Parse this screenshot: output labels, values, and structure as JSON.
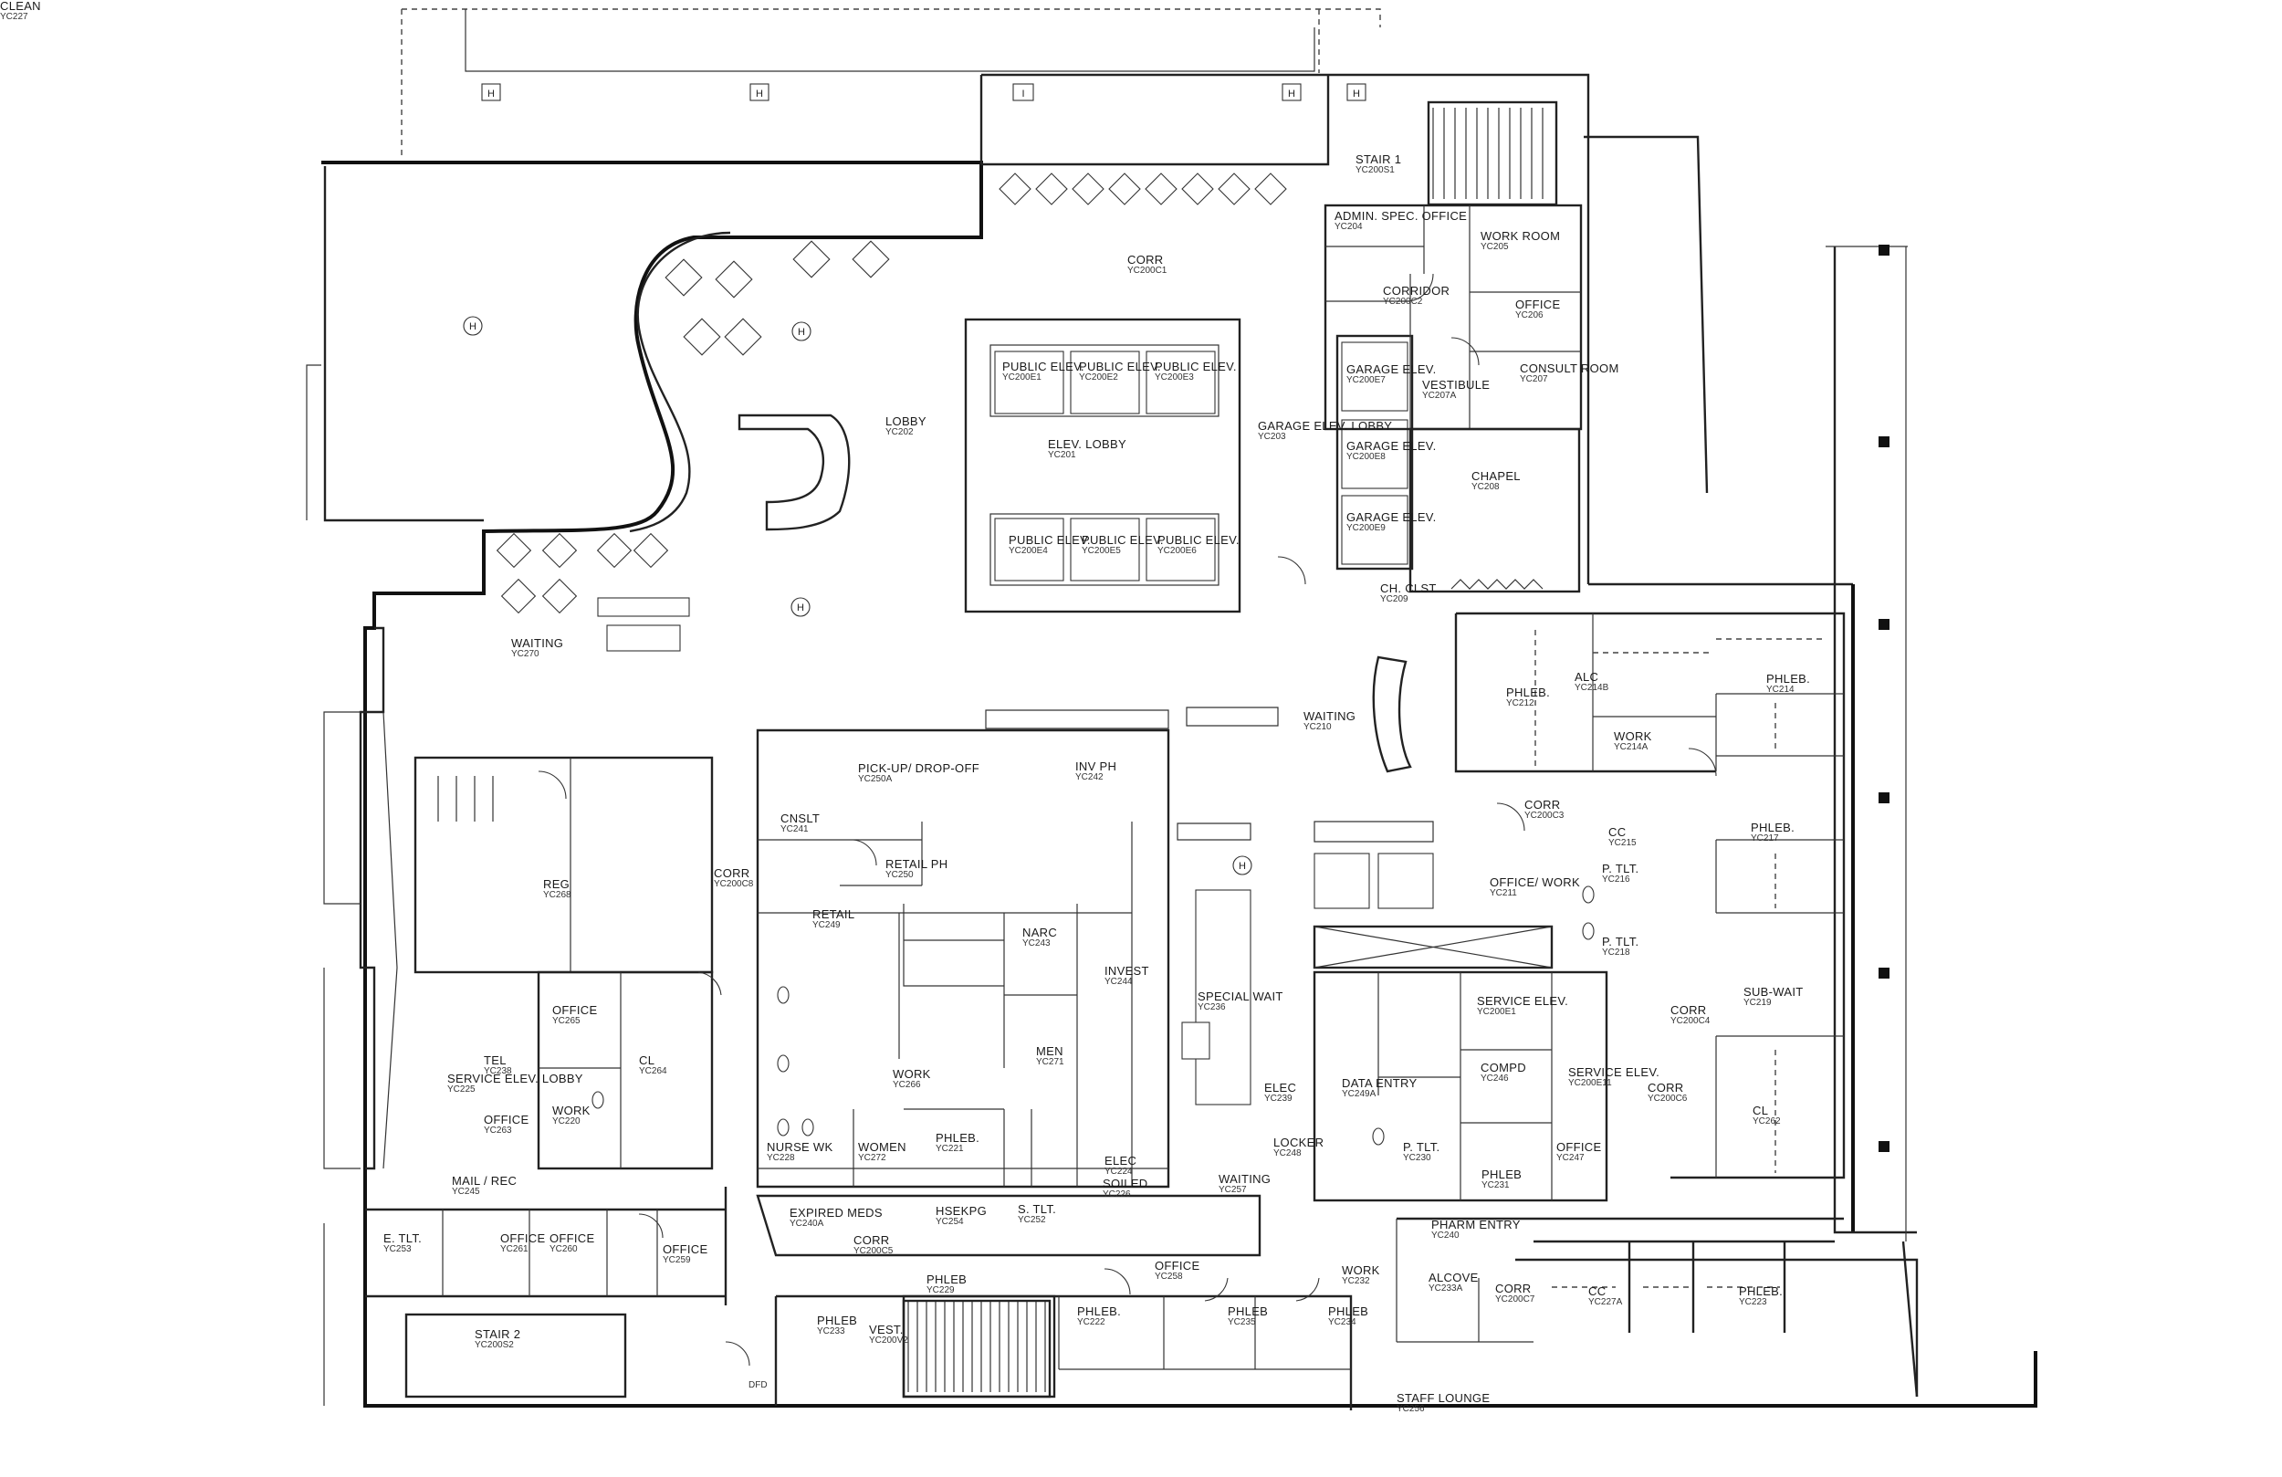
{
  "rooms": [
    {
      "name": "CORR",
      "num": "YC200C1"
    },
    {
      "name": "STAIR 1",
      "num": "YC200S1"
    },
    {
      "name": "ADMIN. SPEC. OFFICE",
      "num": "YC204"
    },
    {
      "name": "WORK ROOM",
      "num": "YC205"
    },
    {
      "name": "CORRIDOR",
      "num": "YC200C2"
    },
    {
      "name": "OFFICE",
      "num": "YC206"
    },
    {
      "name": "CONSULT ROOM",
      "num": "YC207"
    },
    {
      "name": "VESTIBULE",
      "num": "YC207A"
    },
    {
      "name": "LOBBY",
      "num": "YC202"
    },
    {
      "name": "PUBLIC ELEV.",
      "num": "YC200E1"
    },
    {
      "name": "PUBLIC ELEV.",
      "num": "YC200E2"
    },
    {
      "name": "PUBLIC ELEV.",
      "num": "YC200E3"
    },
    {
      "name": "GARAGE ELEV.",
      "num": "YC200E7"
    },
    {
      "name": "GARAGE ELEV.",
      "num": "YC200E8"
    },
    {
      "name": "GARAGE ELEV.",
      "num": "YC200E9"
    },
    {
      "name": "ELEV. LOBBY",
      "num": "YC201"
    },
    {
      "name": "GARAGE ELEV. LOBBY",
      "num": "YC203"
    },
    {
      "name": "CHAPEL",
      "num": "YC208"
    },
    {
      "name": "PUBLIC ELEV.",
      "num": "YC200E4"
    },
    {
      "name": "PUBLIC ELEV.",
      "num": "YC200E5"
    },
    {
      "name": "PUBLIC ELEV.",
      "num": "YC200E6"
    },
    {
      "name": "CH. CLST",
      "num": "YC209"
    },
    {
      "name": "WAITING",
      "num": "YC270"
    },
    {
      "name": "PHLEB.",
      "num": "YC212"
    },
    {
      "name": "ALC",
      "num": "YC214B"
    },
    {
      "name": "PHLEB.",
      "num": "YC214"
    },
    {
      "name": "WAITING",
      "num": "YC210"
    },
    {
      "name": "WORK",
      "num": "YC214A"
    },
    {
      "name": "PICK-UP/ DROP-OFF",
      "num": "YC250A"
    },
    {
      "name": "INV PH",
      "num": "YC242"
    },
    {
      "name": "CNSLT",
      "num": "YC241"
    },
    {
      "name": "CORR",
      "num": "YC200C3"
    },
    {
      "name": "CC",
      "num": "YC215"
    },
    {
      "name": "PHLEB.",
      "num": "YC217"
    },
    {
      "name": "RETAIL PH",
      "num": "YC250"
    },
    {
      "name": "P. TLT.",
      "num": "YC216"
    },
    {
      "name": "CORR",
      "num": "YC200C8"
    },
    {
      "name": "REG",
      "num": "YC268"
    },
    {
      "name": "OFFICE/ WORK",
      "num": "YC211"
    },
    {
      "name": "RETAIL",
      "num": "YC249"
    },
    {
      "name": "NARC",
      "num": "YC243"
    },
    {
      "name": "P. TLT.",
      "num": "YC218"
    },
    {
      "name": "INVEST",
      "num": "YC244"
    },
    {
      "name": "SUB-WAIT",
      "num": "YC219"
    },
    {
      "name": "SPECIAL WAIT",
      "num": "YC236"
    },
    {
      "name": "SERVICE ELEV.",
      "num": "YC200E1"
    },
    {
      "name": "CORR",
      "num": "YC200C4"
    },
    {
      "name": "OFFICE",
      "num": "YC265"
    },
    {
      "name": "TEL",
      "num": "YC238"
    },
    {
      "name": "CL",
      "num": "YC264"
    },
    {
      "name": "MEN",
      "num": "YC271"
    },
    {
      "name": "COMPD",
      "num": "YC246"
    },
    {
      "name": "SERVICE ELEV.",
      "num": "YC200E11"
    },
    {
      "name": "SERVICE ELEV. LOBBY",
      "num": "YC225"
    },
    {
      "name": "WORK",
      "num": "YC266"
    },
    {
      "name": "DATA ENTRY",
      "num": "YC249A"
    },
    {
      "name": "ELEC",
      "num": "YC239"
    },
    {
      "name": "CORR",
      "num": "YC200C6"
    },
    {
      "name": "WORK",
      "num": "YC220"
    },
    {
      "name": "OFFICE",
      "num": "YC263"
    },
    {
      "name": "CL",
      "num": "YC262"
    },
    {
      "name": "PHLEB.",
      "num": "YC221"
    },
    {
      "name": "LOCKER",
      "num": "YC248"
    },
    {
      "name": "P. TLT.",
      "num": "YC230"
    },
    {
      "name": "NURSE WK",
      "num": "YC228"
    },
    {
      "name": "WOMEN",
      "num": "YC272"
    },
    {
      "name": "OFFICE",
      "num": "YC247"
    },
    {
      "name": "ELEC",
      "num": "YC224"
    },
    {
      "name": "MAIL / REC",
      "num": "YC245"
    },
    {
      "name": "WAITING",
      "num": "YC257"
    },
    {
      "name": "PHLEB",
      "num": "YC231"
    },
    {
      "name": "SOILED",
      "num": "YC226"
    },
    {
      "name": "EXPIRED MEDS",
      "num": "YC240A"
    },
    {
      "name": "HSEKPG",
      "num": "YC254"
    },
    {
      "name": "S. TLT.",
      "num": "YC252"
    },
    {
      "name": "PHARM ENTRY",
      "num": "YC240"
    },
    {
      "name": "CORR",
      "num": "YC200C5"
    },
    {
      "name": "E. TLT.",
      "num": "YC253"
    },
    {
      "name": "OFFICE",
      "num": "YC261"
    },
    {
      "name": "OFFICE",
      "num": "YC260"
    },
    {
      "name": "OFFICE",
      "num": "YC259"
    },
    {
      "name": "OFFICE",
      "num": "YC258"
    },
    {
      "name": "WORK",
      "num": "YC232"
    },
    {
      "name": "ALCOVE",
      "num": "YC233A"
    },
    {
      "name": "PHLEB",
      "num": "YC229"
    },
    {
      "name": "CORR",
      "num": "YC200C7"
    },
    {
      "name": "CC",
      "num": "YC227A"
    },
    {
      "name": "PHLEB.",
      "num": "YC223"
    },
    {
      "name": "PHLEB.",
      "num": "YC222"
    },
    {
      "name": "PHLEB",
      "num": "YC235"
    },
    {
      "name": "PHLEB",
      "num": "YC234"
    },
    {
      "name": "PHLEB",
      "num": "YC233"
    },
    {
      "name": "VEST.",
      "num": "YC200V2"
    },
    {
      "name": "STAIR 2",
      "num": "YC200S2"
    },
    {
      "name": "STAFF LOUNGE",
      "num": "YC256"
    },
    {
      "name": "CLEAN",
      "num": "YC227"
    }
  ],
  "misc_labels": {
    "dfd": "DFD",
    "h_mark": "H",
    "i_mark": "I"
  }
}
